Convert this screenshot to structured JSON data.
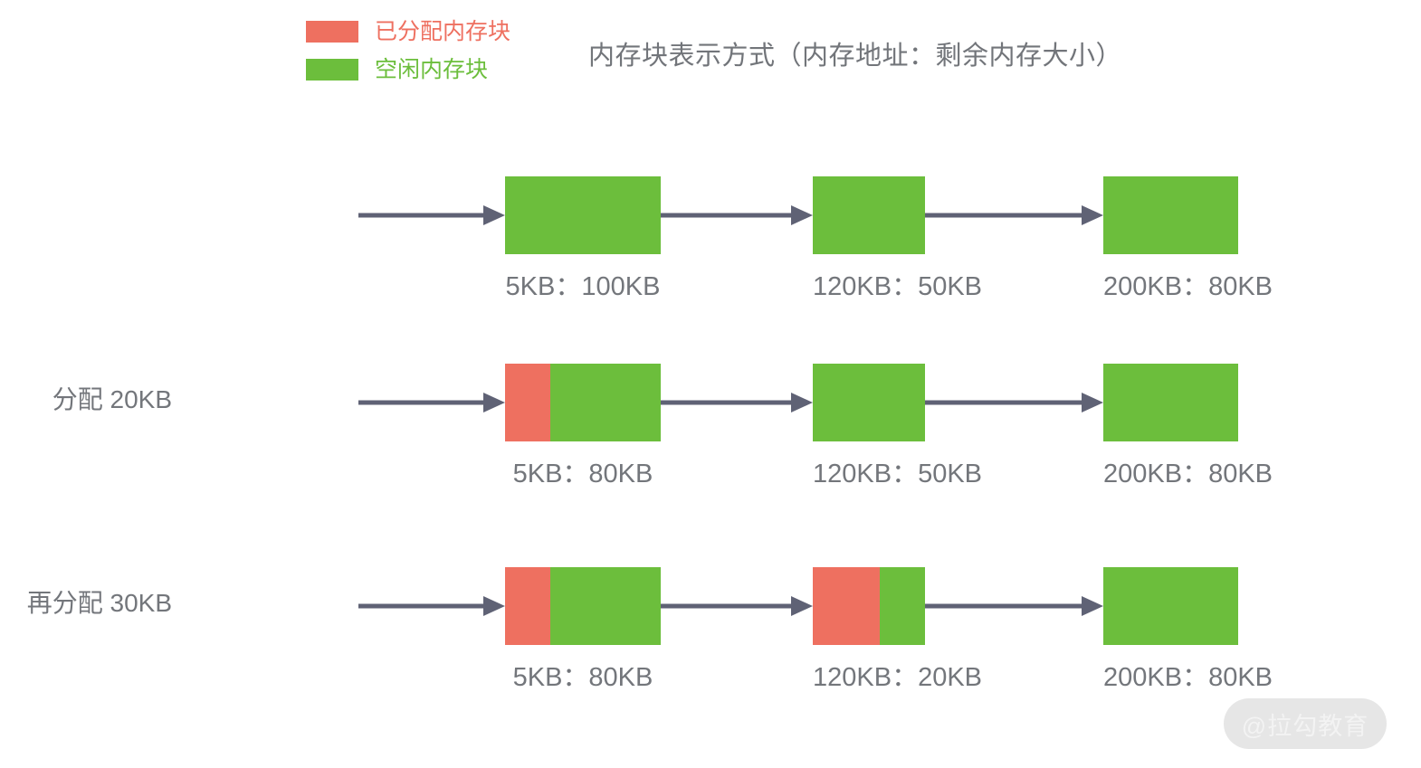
{
  "title": "内存块表示方式（内存地址：剩余内存大小）",
  "legend": {
    "items": [
      {
        "label": "已分配内存块",
        "color": "#ee7060",
        "key": "allocated"
      },
      {
        "label": "空闲内存块",
        "color": "#6cbe3c",
        "key": "free"
      }
    ]
  },
  "colors": {
    "allocated": "#ee7060",
    "free": "#6cbe3c",
    "arrow": "#5f6275",
    "text": "#73767b",
    "background": "#ffffff",
    "watermark_pill": "#e6e6e6",
    "watermark_text": "#f3f3f3"
  },
  "rows": [
    {
      "row_label": "",
      "blocks": [
        {
          "label": "5KB：100KB",
          "address": "5KB",
          "remaining": "100KB",
          "allocated_pct": 0,
          "free_pct": 100
        },
        {
          "label": "120KB：50KB",
          "address": "120KB",
          "remaining": "50KB",
          "allocated_pct": 0,
          "free_pct": 100
        },
        {
          "label": "200KB：80KB",
          "address": "200KB",
          "remaining": "80KB",
          "allocated_pct": 0,
          "free_pct": 100
        }
      ]
    },
    {
      "row_label": "分配 20KB",
      "blocks": [
        {
          "label": "5KB：80KB",
          "address": "5KB",
          "remaining": "80KB",
          "allocated_pct": 29,
          "free_pct": 71
        },
        {
          "label": "120KB：50KB",
          "address": "120KB",
          "remaining": "50KB",
          "allocated_pct": 0,
          "free_pct": 100
        },
        {
          "label": "200KB：80KB",
          "address": "200KB",
          "remaining": "80KB",
          "allocated_pct": 0,
          "free_pct": 100
        }
      ]
    },
    {
      "row_label": "再分配 30KB",
      "blocks": [
        {
          "label": "5KB：80KB",
          "address": "5KB",
          "remaining": "80KB",
          "allocated_pct": 29,
          "free_pct": 71
        },
        {
          "label": "120KB：20KB",
          "address": "120KB",
          "remaining": "20KB",
          "allocated_pct": 60,
          "free_pct": 40
        },
        {
          "label": "200KB：80KB",
          "address": "200KB",
          "remaining": "80KB",
          "allocated_pct": 0,
          "free_pct": 100
        }
      ]
    }
  ],
  "watermark": "@拉勾教育"
}
